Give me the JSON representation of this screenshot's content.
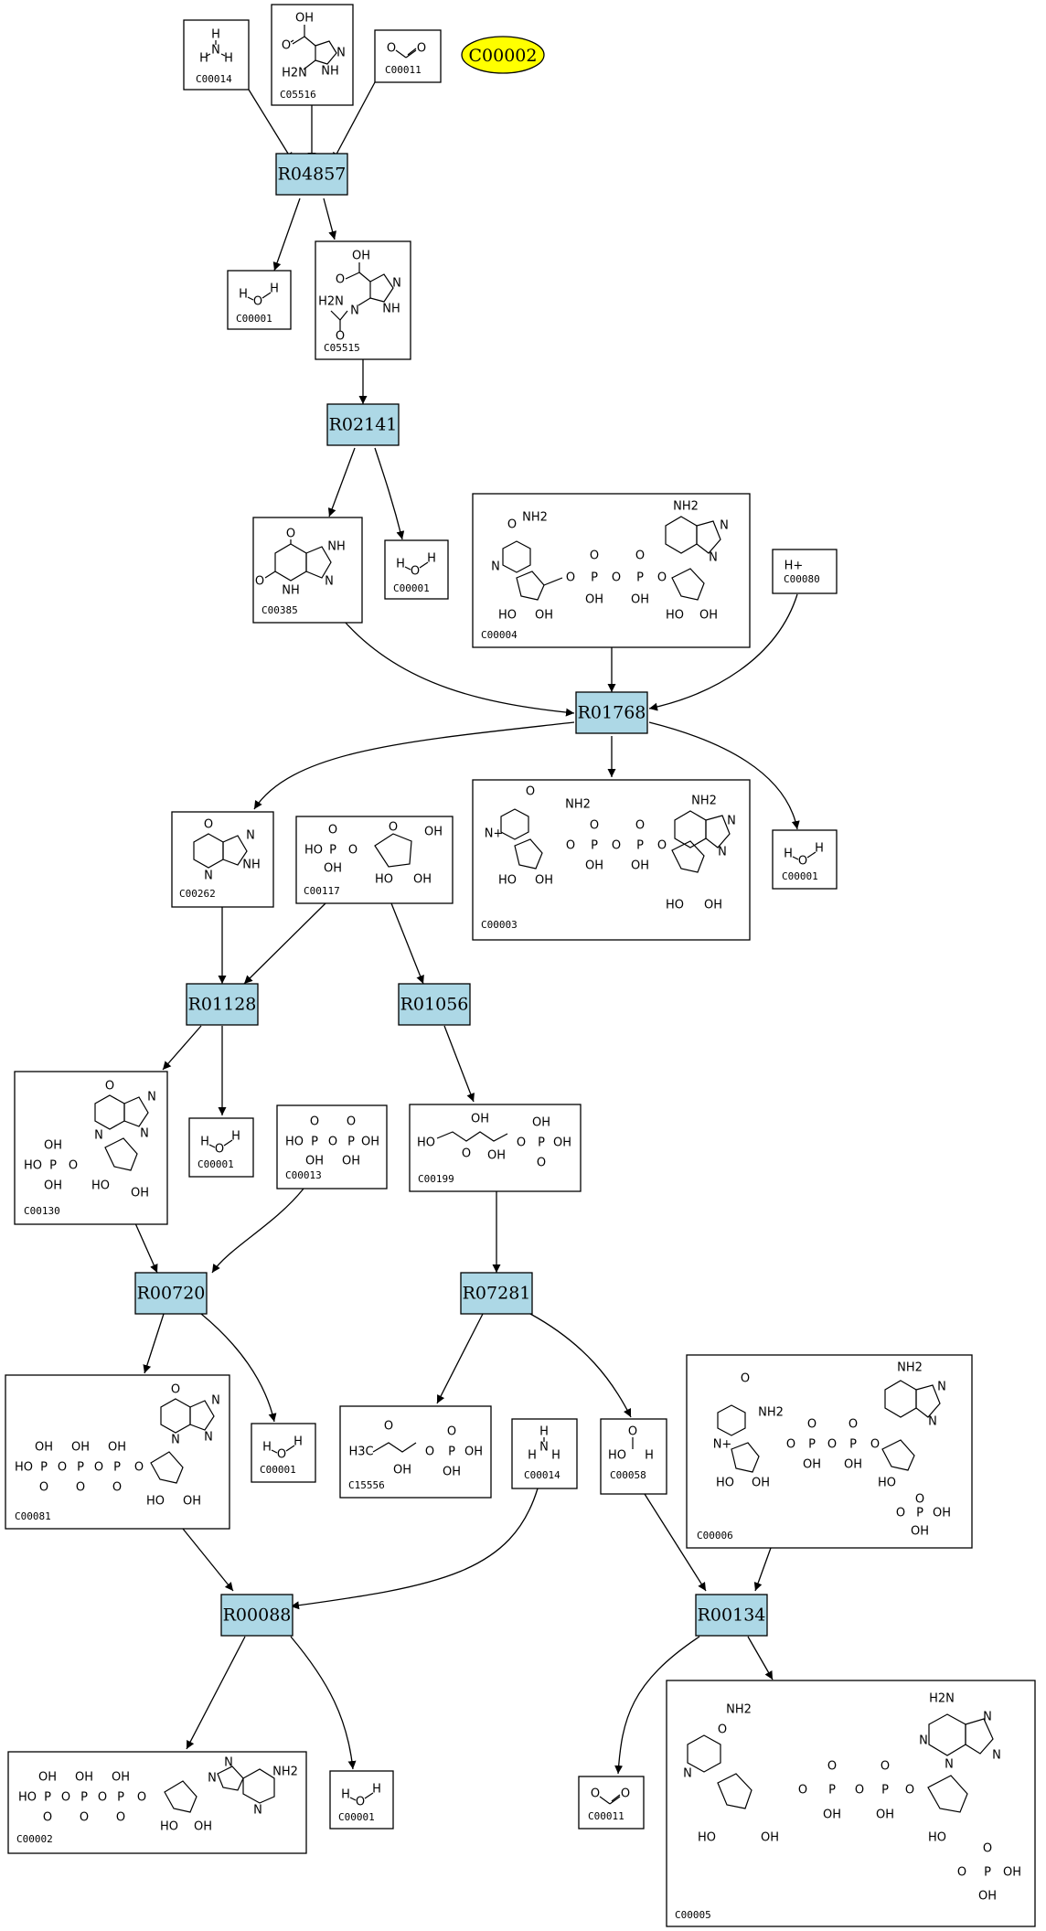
{
  "highlighted_compound": {
    "label": "C00002",
    "fill": "#ffff00"
  },
  "colors": {
    "reaction_fill": "#add8e6",
    "compound_fill": "#ffffff",
    "edge": "#000000"
  },
  "reactions": [
    {
      "id": "R04857",
      "label": "R04857"
    },
    {
      "id": "R02141",
      "label": "R02141"
    },
    {
      "id": "R01768",
      "label": "R01768"
    },
    {
      "id": "R01128",
      "label": "R01128"
    },
    {
      "id": "R01056",
      "label": "R01056"
    },
    {
      "id": "R00720",
      "label": "R00720"
    },
    {
      "id": "R07281",
      "label": "R07281"
    },
    {
      "id": "R00088",
      "label": "R00088"
    },
    {
      "id": "R00134",
      "label": "R00134"
    }
  ],
  "compounds": [
    {
      "id": "c1",
      "label": "C00014",
      "structure": "ammonia"
    },
    {
      "id": "c2",
      "label": "C05516",
      "structure": "aminoimidazole-carboxylate"
    },
    {
      "id": "c3",
      "label": "C00011",
      "structure": "carbon-dioxide"
    },
    {
      "id": "c4",
      "label": "C00001",
      "structure": "water"
    },
    {
      "id": "c5",
      "label": "C05515",
      "structure": "ureidoimidazole-carboxylate"
    },
    {
      "id": "c6",
      "label": "C00385",
      "structure": "xanthine"
    },
    {
      "id": "c7",
      "label": "C00001",
      "structure": "water"
    },
    {
      "id": "c8",
      "label": "C00004",
      "structure": "NADH"
    },
    {
      "id": "c9",
      "label": "C00080",
      "structure": "proton"
    },
    {
      "id": "c10",
      "label": "C00262",
      "structure": "hypoxanthine"
    },
    {
      "id": "c11",
      "label": "C00117",
      "structure": "ribose-5-phosphate"
    },
    {
      "id": "c12",
      "label": "C00003",
      "structure": "NAD+"
    },
    {
      "id": "c13",
      "label": "C00001",
      "structure": "water"
    },
    {
      "id": "c14",
      "label": "C00130",
      "structure": "IMP"
    },
    {
      "id": "c15",
      "label": "C00001",
      "structure": "water"
    },
    {
      "id": "c16",
      "label": "C00013",
      "structure": "diphosphate"
    },
    {
      "id": "c17",
      "label": "C00199",
      "structure": "ribulose-5-phosphate"
    },
    {
      "id": "c18",
      "label": "C00081",
      "structure": "ITP"
    },
    {
      "id": "c19",
      "label": "C00001",
      "structure": "water"
    },
    {
      "id": "c20",
      "label": "C15556",
      "structure": "hydroxy-oxobutyl-phosphate"
    },
    {
      "id": "c21",
      "label": "C00014",
      "structure": "ammonia"
    },
    {
      "id": "c22",
      "label": "C00058",
      "structure": "formate"
    },
    {
      "id": "c23",
      "label": "C00006",
      "structure": "NADP+"
    },
    {
      "id": "c24",
      "label": "C00002",
      "structure": "ATP"
    },
    {
      "id": "c25",
      "label": "C00001",
      "structure": "water"
    },
    {
      "id": "c26",
      "label": "C00011",
      "structure": "carbon-dioxide"
    },
    {
      "id": "c27",
      "label": "C00005",
      "structure": "NADPH"
    }
  ],
  "atoms": {
    "H": "H",
    "N": "N",
    "O": "O",
    "OH": "OH",
    "NH": "NH",
    "NH2": "NH2",
    "H2N": "H2N",
    "HO": "HO",
    "P": "P",
    "Hplus": "H+",
    "H3C": "H3C",
    "Nplus": "N+"
  },
  "edges": [
    {
      "from": "c1",
      "to": "R04857"
    },
    {
      "from": "c2",
      "to": "R04857"
    },
    {
      "from": "c3",
      "to": "R04857"
    },
    {
      "from": "R04857",
      "to": "c4"
    },
    {
      "from": "R04857",
      "to": "c5"
    },
    {
      "from": "c5",
      "to": "R02141"
    },
    {
      "from": "R02141",
      "to": "c6"
    },
    {
      "from": "R02141",
      "to": "c7"
    },
    {
      "from": "c6",
      "to": "R01768"
    },
    {
      "from": "c8",
      "to": "R01768"
    },
    {
      "from": "c9",
      "to": "R01768"
    },
    {
      "from": "R01768",
      "to": "c10"
    },
    {
      "from": "R01768",
      "to": "c12"
    },
    {
      "from": "R01768",
      "to": "c13"
    },
    {
      "from": "c10",
      "to": "R01128"
    },
    {
      "from": "c11",
      "to": "R01128"
    },
    {
      "from": "c11",
      "to": "R01056"
    },
    {
      "from": "R01128",
      "to": "c14"
    },
    {
      "from": "R01128",
      "to": "c15"
    },
    {
      "from": "R01056",
      "to": "c17"
    },
    {
      "from": "c14",
      "to": "R00720"
    },
    {
      "from": "c16",
      "to": "R00720"
    },
    {
      "from": "c17",
      "to": "R07281"
    },
    {
      "from": "R00720",
      "to": "c18"
    },
    {
      "from": "R00720",
      "to": "c19"
    },
    {
      "from": "R07281",
      "to": "c20"
    },
    {
      "from": "R07281",
      "to": "c22"
    },
    {
      "from": "c18",
      "to": "R00088"
    },
    {
      "from": "c21",
      "to": "R00088"
    },
    {
      "from": "c22",
      "to": "R00134"
    },
    {
      "from": "c23",
      "to": "R00134"
    },
    {
      "from": "R00088",
      "to": "c24"
    },
    {
      "from": "R00088",
      "to": "c25"
    },
    {
      "from": "R00134",
      "to": "c26"
    },
    {
      "from": "R00134",
      "to": "c27"
    }
  ]
}
